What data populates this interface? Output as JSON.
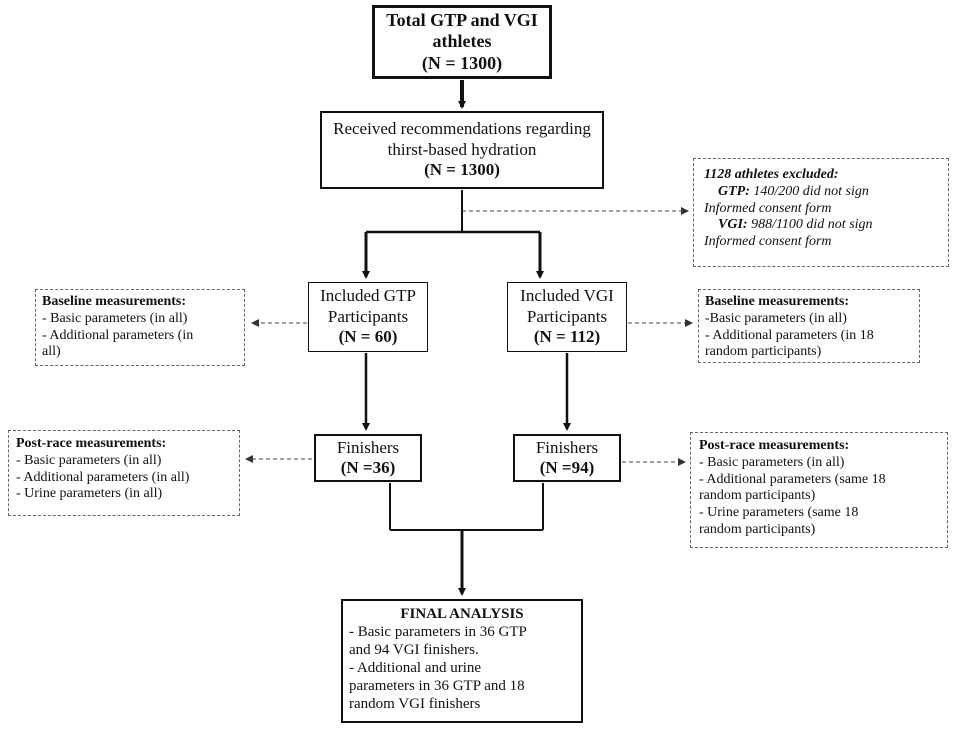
{
  "nodes": {
    "total": {
      "lines": [
        "Total GTP and VGI",
        "athletes",
        "(N = 1300)"
      ]
    },
    "received": {
      "lines": [
        "Received recommendations regarding",
        "thirst-based hydration"
      ],
      "n": "(N = 1300)"
    },
    "excluded": {
      "title": "1128 athletes excluded:",
      "gtp_label": "GTP:",
      "gtp_text": " 140/200 did not sign",
      "consent_1": "Informed consent form",
      "vgi_label": "VGI:",
      "vgi_text": " 988/1100 did not sign",
      "consent_2": "Informed consent form"
    },
    "included_gtp": {
      "lines": [
        "Included GTP",
        "Participants"
      ],
      "n": "(N = 60)"
    },
    "included_vgi": {
      "lines": [
        "Included VGI",
        "Participants"
      ],
      "n": "(N = 112)"
    },
    "baseline_gtp": {
      "title": "Baseline measurements:",
      "items": [
        "- Basic parameters (in all)",
        "- Additional parameters (in",
        "all)"
      ]
    },
    "baseline_vgi": {
      "title": "Baseline measurements:",
      "items": [
        "-Basic parameters (in all)",
        "- Additional parameters (in 18",
        "random  participants)"
      ]
    },
    "finishers_gtp": {
      "label": "Finishers",
      "n": "(N =36)"
    },
    "finishers_vgi": {
      "label": "Finishers",
      "n": "(N =94)"
    },
    "post_gtp": {
      "title": "Post-race measurements:",
      "items": [
        "- Basic parameters (in all)",
        "- Additional parameters (in all)",
        "- Urine parameters (in all)"
      ]
    },
    "post_vgi": {
      "title": "Post-race measurements:",
      "items": [
        "- Basic parameters (in all)",
        "- Additional parameters  (same 18",
        "random  participants)",
        "- Urine parameters  (same 18",
        "random  participants)"
      ]
    },
    "final": {
      "title": "FINAL ANALYSIS",
      "lines": [
        "- Basic parameters in 36 GTP",
        "and 94 VGI finishers.",
        "- Additional and urine",
        "parameters in 36 GTP and 18",
        "random VGI finishers"
      ]
    }
  },
  "colors": {
    "line": "#111111",
    "dashed": "#555555",
    "background": "#ffffff"
  }
}
